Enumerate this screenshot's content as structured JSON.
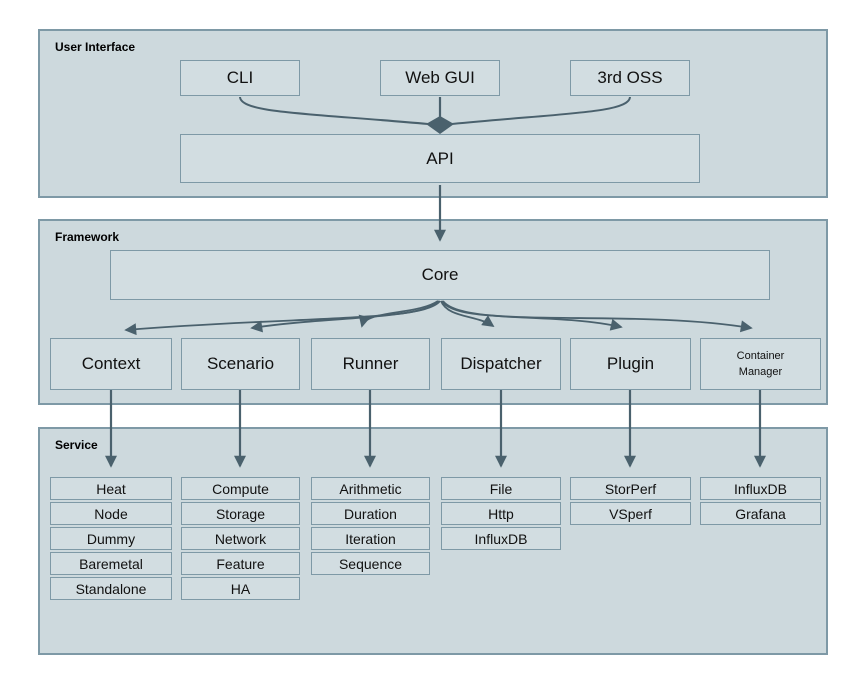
{
  "colors": {
    "section_bg": "#cdd9dd",
    "section_border": "#7e99a6",
    "box_bg": "#d2dde1",
    "box_border": "#7e99a6",
    "arrow": "#4a616d",
    "text": "#111111"
  },
  "sections": {
    "user_interface": {
      "label": "User Interface",
      "boxes": [
        {
          "label": "CLI"
        },
        {
          "label": "Web GUI"
        },
        {
          "label": "3rd OSS"
        }
      ],
      "api_label": "API"
    },
    "framework": {
      "label": "Framework",
      "core_label": "Core",
      "modules": [
        "Context",
        "Scenario",
        "Runner",
        "Dispatcher",
        "Plugin",
        "Container Manager"
      ]
    },
    "service": {
      "label": "Service",
      "columns": [
        [
          "Heat",
          "Node",
          "Dummy",
          "Baremetal",
          "Standalone"
        ],
        [
          "Compute",
          "Storage",
          "Network",
          "Feature",
          "HA"
        ],
        [
          "Arithmetic",
          "Duration",
          "Iteration",
          "Sequence"
        ],
        [
          "File",
          "Http",
          "InfluxDB"
        ],
        [
          "StorPerf",
          "VSperf"
        ],
        [
          "InfluxDB",
          "Grafana"
        ]
      ]
    }
  }
}
